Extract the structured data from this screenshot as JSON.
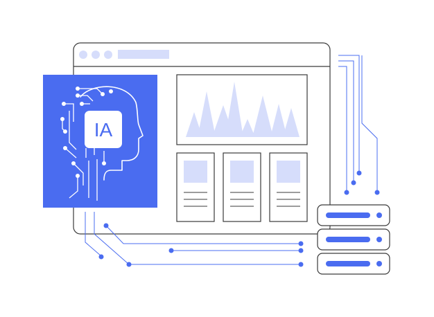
{
  "badge": {
    "text": "IA"
  },
  "colors": {
    "accent": "#4a6cf0",
    "accent_light": "#d6ddfb",
    "outline": "#3a3a3a",
    "background": "#ffffff",
    "window_dots": "#d6ddfb"
  },
  "icons": {
    "window_controls": [
      "dot",
      "dot",
      "dot"
    ],
    "server_units": 3
  }
}
